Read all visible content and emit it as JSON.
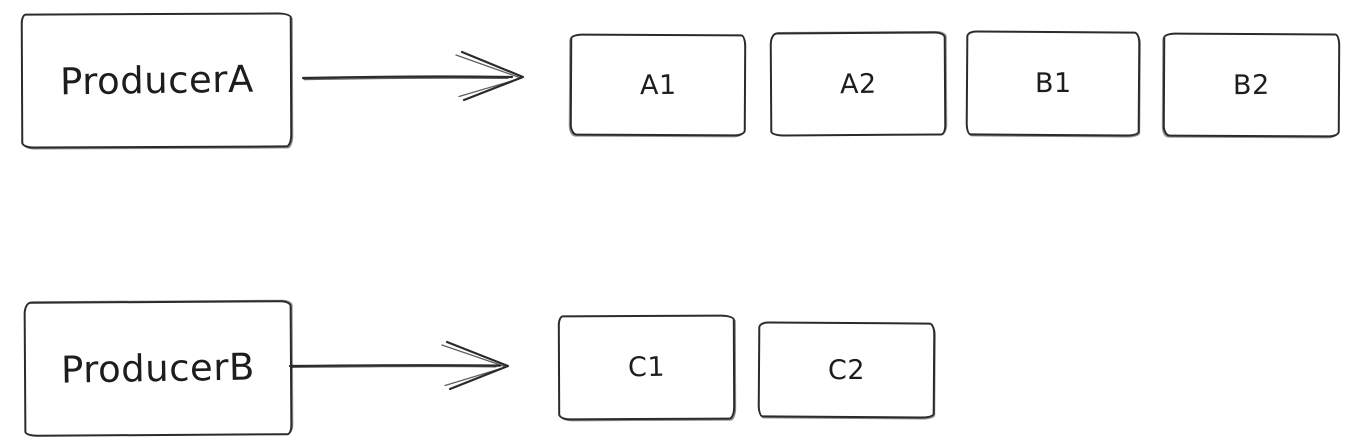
{
  "diagram": {
    "background_color": "#ffffff",
    "stroke_color": "#2b2b2b",
    "text_color": "#1d1d1d",
    "producer_a": {
      "label": "ProducerA",
      "messages": [
        "A1",
        "A2",
        "B1",
        "B2"
      ]
    },
    "producer_b": {
      "label": "ProducerB",
      "messages": [
        "C1",
        "C2"
      ]
    },
    "arrows": [
      {
        "from": "ProducerA",
        "to": "A1"
      },
      {
        "from": "ProducerB",
        "to": "C1"
      }
    ]
  }
}
